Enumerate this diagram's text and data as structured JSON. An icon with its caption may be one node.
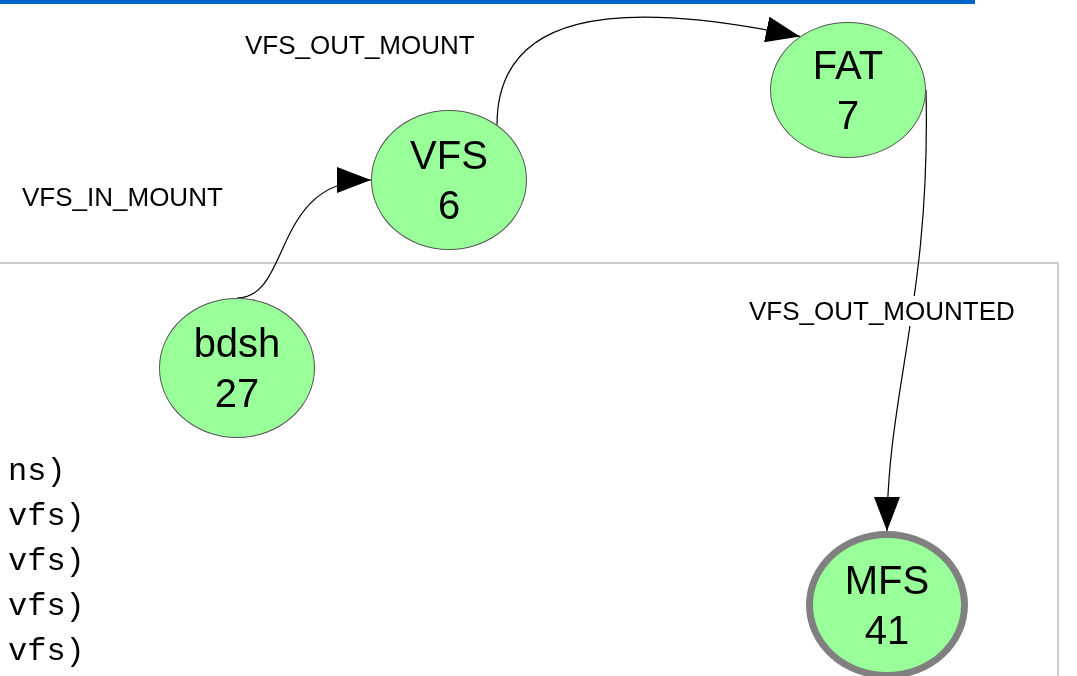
{
  "diagram": {
    "nodes": [
      {
        "text": [
          "VFS",
          "6"
        ]
      },
      {
        "text": [
          "FAT",
          "7"
        ]
      },
      {
        "text": [
          "bdsh",
          "27"
        ]
      },
      {
        "text": [
          "MFS",
          "41"
        ]
      }
    ],
    "edges": [
      {
        "from": 2,
        "to": 0,
        "arrow": "to",
        "label": "VFS_IN_MOUNT"
      },
      {
        "from": 0,
        "to": 1,
        "arrow": "to",
        "label": "VFS_OUT_MOUNT"
      },
      {
        "from": 1,
        "to": 3,
        "arrow": "to",
        "label": "VFS_OUT_MOUNTED"
      }
    ],
    "labels": [
      "ns)",
      "vfs)",
      "vfs)",
      "vfs)",
      "vfs)"
    ]
  }
}
